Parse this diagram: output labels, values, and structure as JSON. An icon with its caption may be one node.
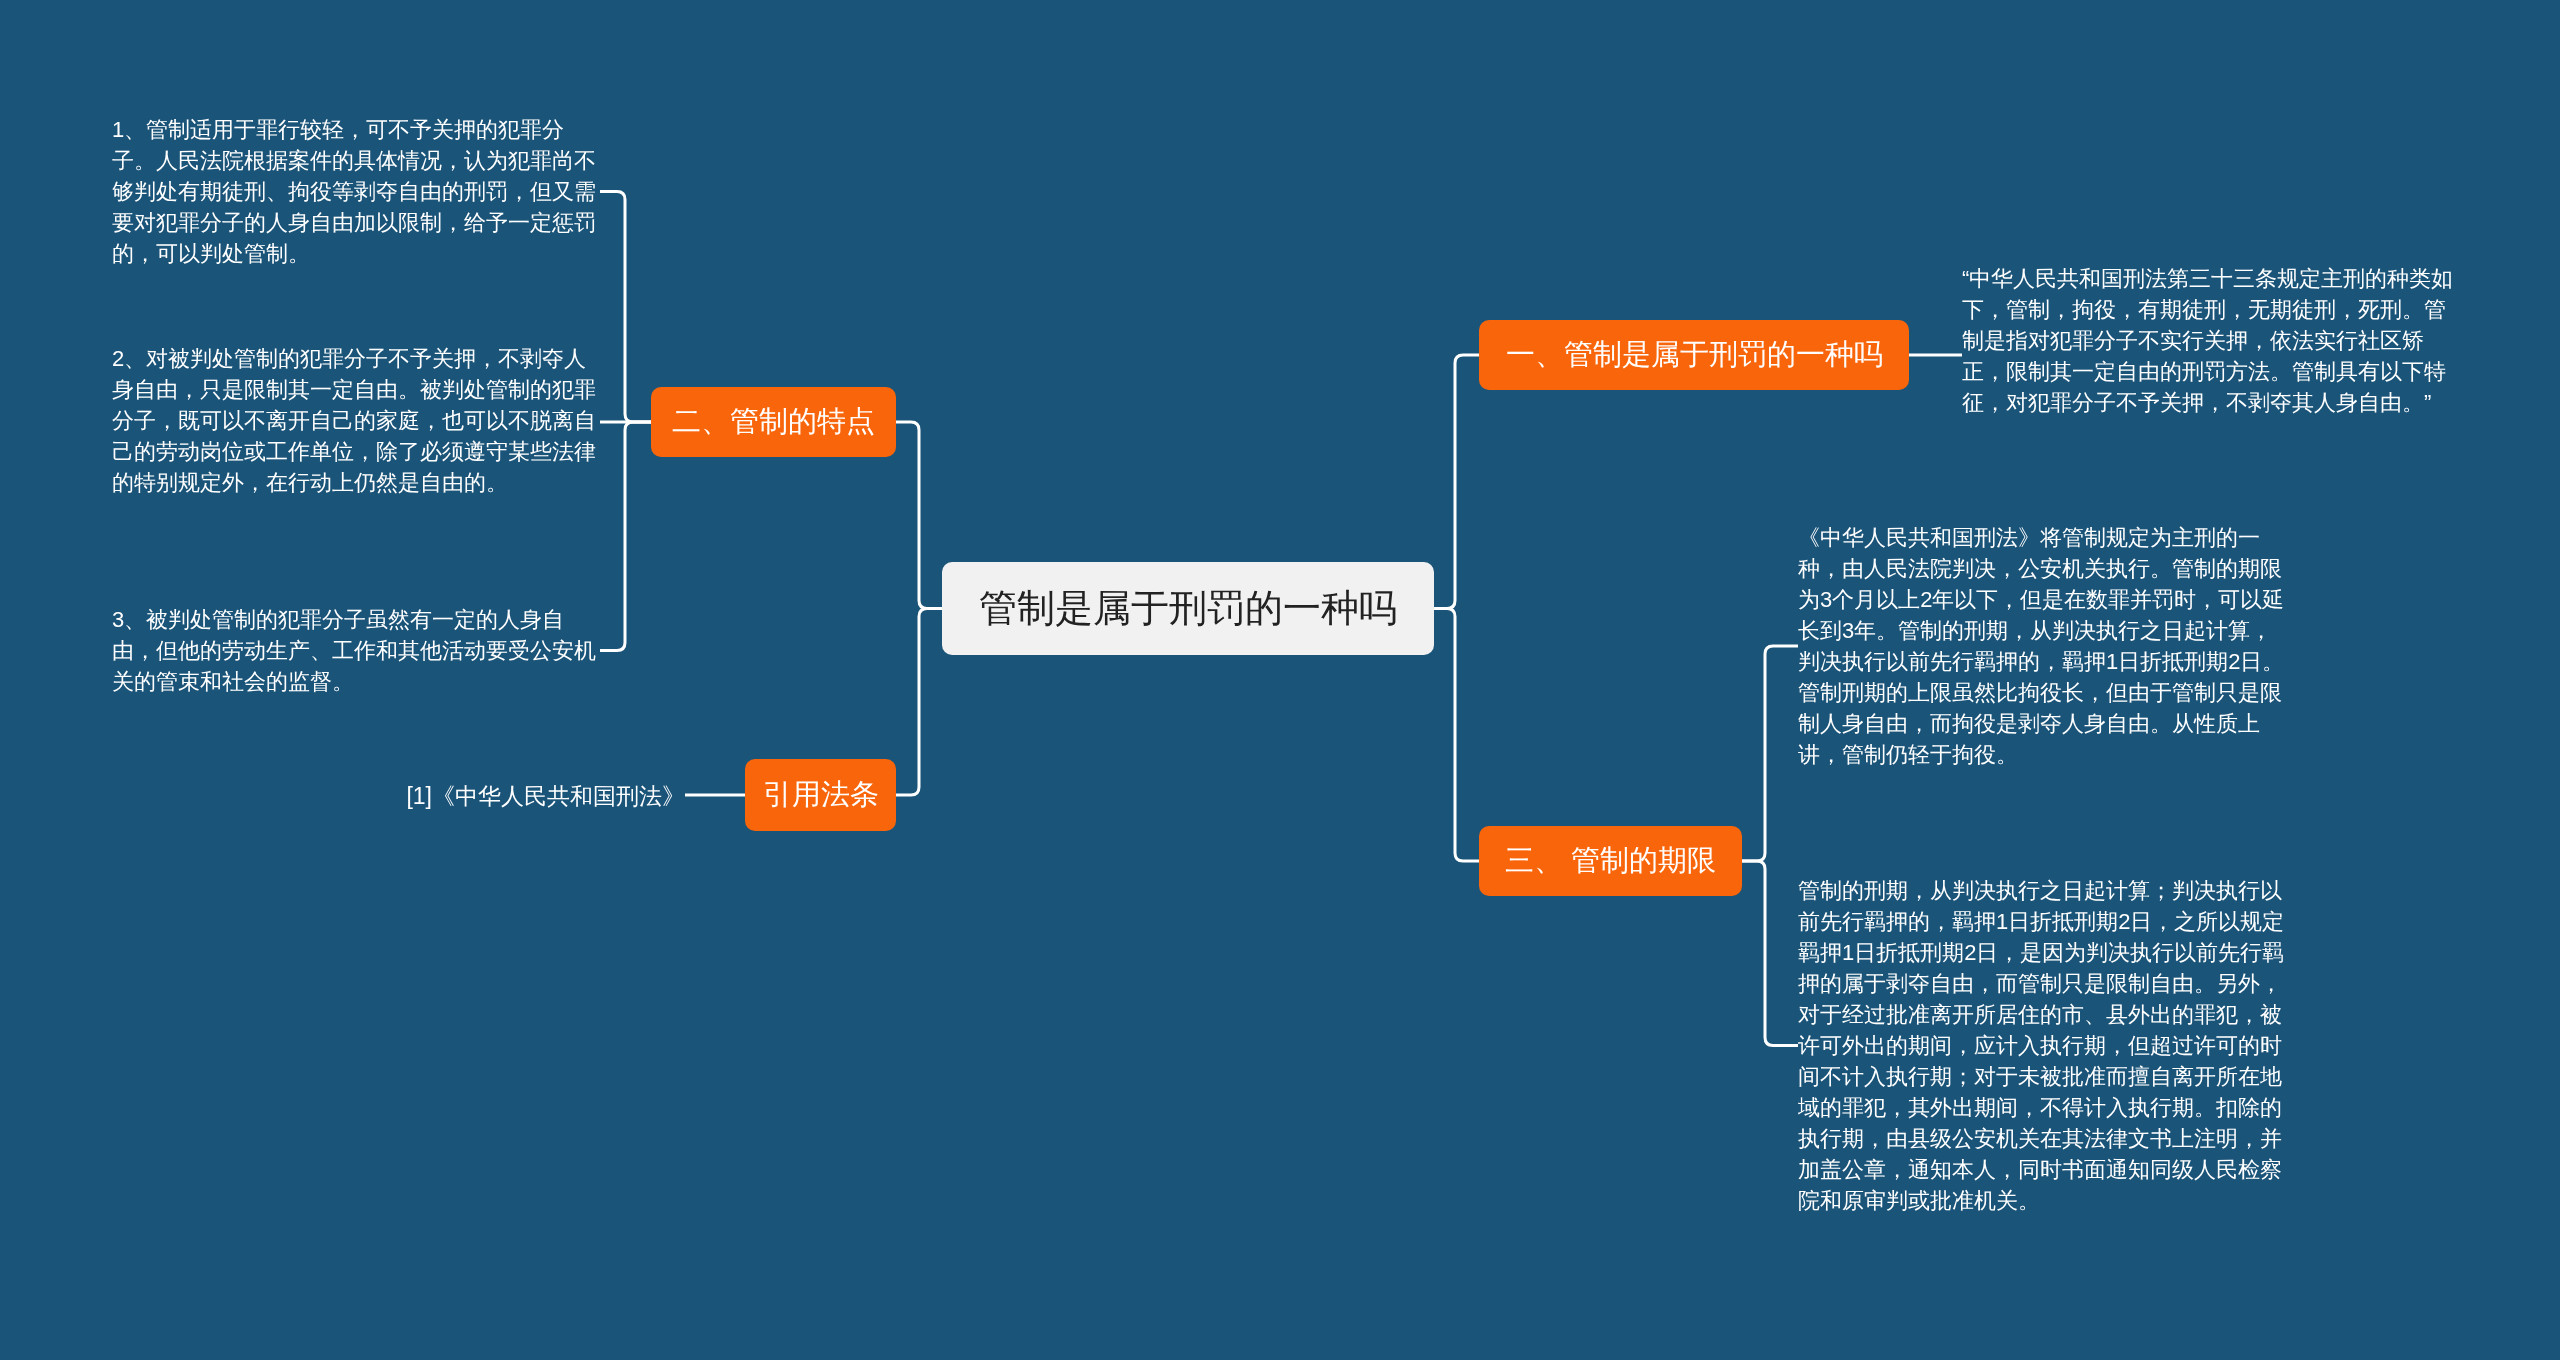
{
  "diagram": {
    "nodes": [
      {
        "text": [
          "管制是属于刑罚的一种吗"
        ]
      },
      {
        "text": [
          "二、管制的特点"
        ]
      },
      {
        "text": [
          "1、管制适用于罪行较轻，可不予关押的犯罪分子。人民法院根据案件的具体情况，认为犯罪尚不够判处有期徒刑、拘役等剥夺自由的刑罚，但又需要对犯罪分子的人身自由加以限制，给予一定惩罚的，可以判处管制。"
        ]
      },
      {
        "text": [
          "2、对被判处管制的犯罪分子不予关押，不剥夺人身自由，只是限制其一定自由。被判处管制的犯罪分子，既可以不离开自己的家庭，也可以不脱离自己的劳动岗位或工作单位，除了必须遵守某些法律的特别规定外，在行动上仍然是自由的。"
        ]
      },
      {
        "text": [
          "3、被判处管制的犯罪分子虽然有一定的人身自由，但他的劳动生产、工作和其他活动要受公安机关的管束和社会的监督。"
        ]
      },
      {
        "text": [
          "引用法条"
        ]
      },
      {
        "text": [
          "[1]《中华人民共和国刑法》"
        ]
      },
      {
        "text": [
          "一、管制是属于刑罚的一种吗"
        ]
      },
      {
        "text": [
          "“中华人民共和国刑法第三十三条规定主刑的种类如下，管制，拘役，有期徒刑，无期徒刑，死刑。管制是指对犯罪分子不实行关押，依法实行社区矫正，限制其一定自由的刑罚方法。管制具有以下特征，对犯罪分子不予关押，不剥夺其人身自由。”"
        ]
      },
      {
        "text": [
          "三、 管制的期限"
        ]
      },
      {
        "text": [
          "《中华人民共和国刑法》将管制规定为主刑的一种，由人民法院判决，公安机关执行。管制的期限为3个月以上2年以下，但是在数罪并罚时，可以延长到3年。管制的刑期，从判决执行之日起计算，判决执行以前先行羁押的，羁押1日折抵刑期2日。管制刑期的上限虽然比拘役长，但由于管制只是限制人身自由，而拘役是剥夺人身自由。从性质上讲，管制仍轻于拘役。"
        ]
      },
      {
        "text": [
          "管制的刑期，从判决执行之日起计算；判决执行以前先行羁押的，羁押1日折抵刑期2日，之所以规定羁押1日折抵刑期2日，是因为判决执行以前先行羁押的属于剥夺自由，而管制只是限制自由。另外，对于经过批准离开所居住的市、县外出的罪犯，被许可外出的期间，应计入执行期，但超过许可的时间不计入执行期；对于未被批准而擅自离开所在地域的罪犯，其外出期间，不得计入执行期。扣除的执行期，由县级公安机关在其法律文书上注明，并加盖公章，通知本人，同时书面通知同级人民检察院和原审判或批准机关。"
        ]
      }
    ],
    "edges": [
      {
        "from": 0,
        "to": 1,
        "arrow": "none"
      },
      {
        "from": 1,
        "to": 2,
        "arrow": "none"
      },
      {
        "from": 1,
        "to": 3,
        "arrow": "none"
      },
      {
        "from": 1,
        "to": 4,
        "arrow": "none"
      },
      {
        "from": 0,
        "to": 5,
        "arrow": "none"
      },
      {
        "from": 5,
        "to": 6,
        "arrow": "none"
      },
      {
        "from": 0,
        "to": 7,
        "arrow": "none"
      },
      {
        "from": 7,
        "to": 8,
        "arrow": "none"
      },
      {
        "from": 0,
        "to": 9,
        "arrow": "none"
      },
      {
        "from": 9,
        "to": 10,
        "arrow": "none"
      },
      {
        "from": 9,
        "to": 11,
        "arrow": "none"
      }
    ]
  }
}
